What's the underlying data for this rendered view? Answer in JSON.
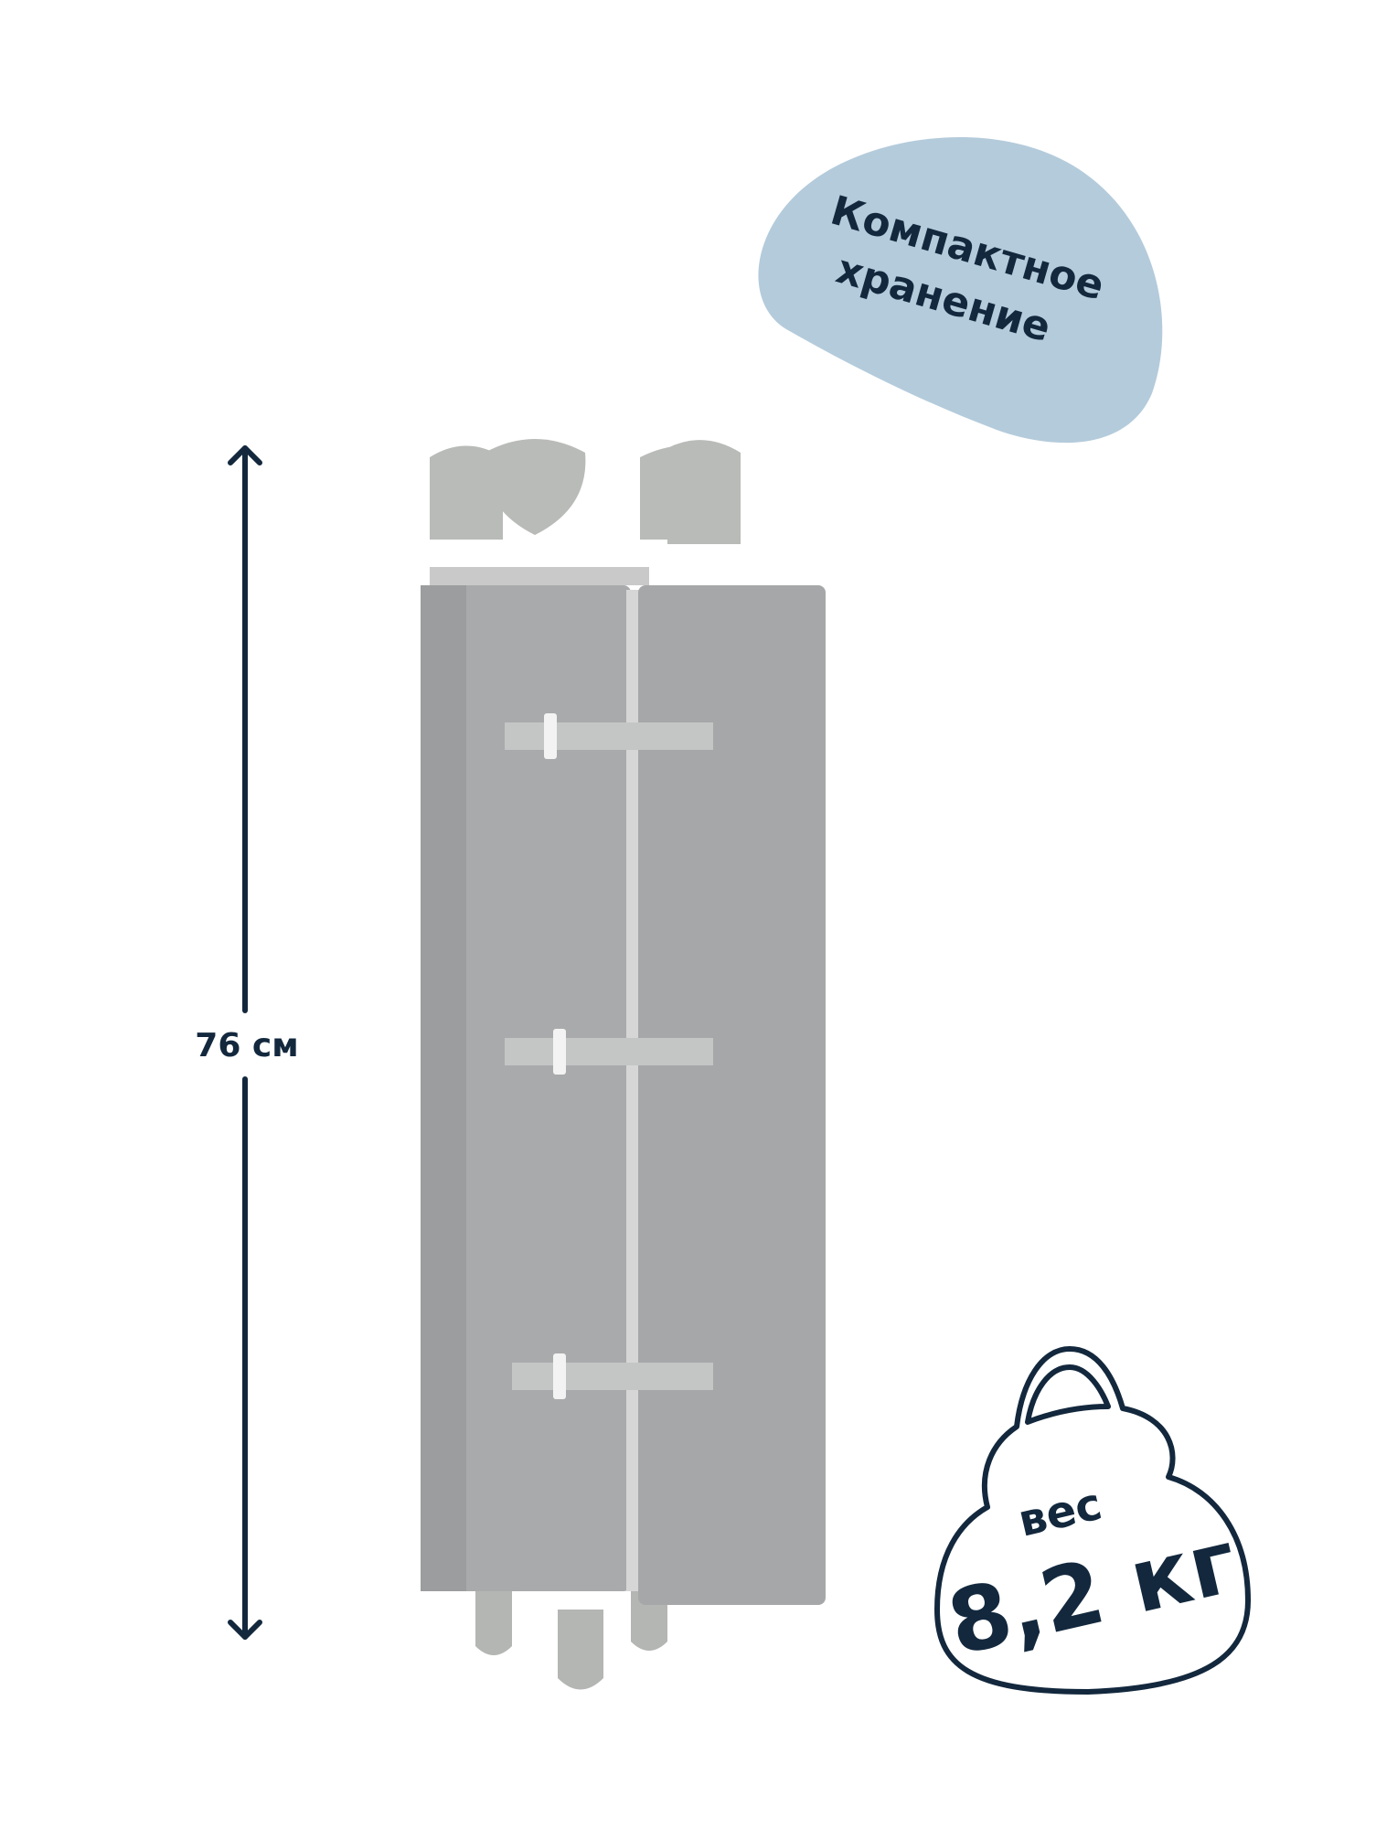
{
  "badge": {
    "line1": "Компактное",
    "line2": "хранение"
  },
  "dimension": {
    "height_label": "76 см"
  },
  "weight": {
    "label": "вес",
    "value": "8,2 кг"
  },
  "colors": {
    "ink": "#13283d",
    "blob": "#b4cbdb",
    "fabric": "#a9aaab",
    "plastic": "#b9bbb8"
  }
}
